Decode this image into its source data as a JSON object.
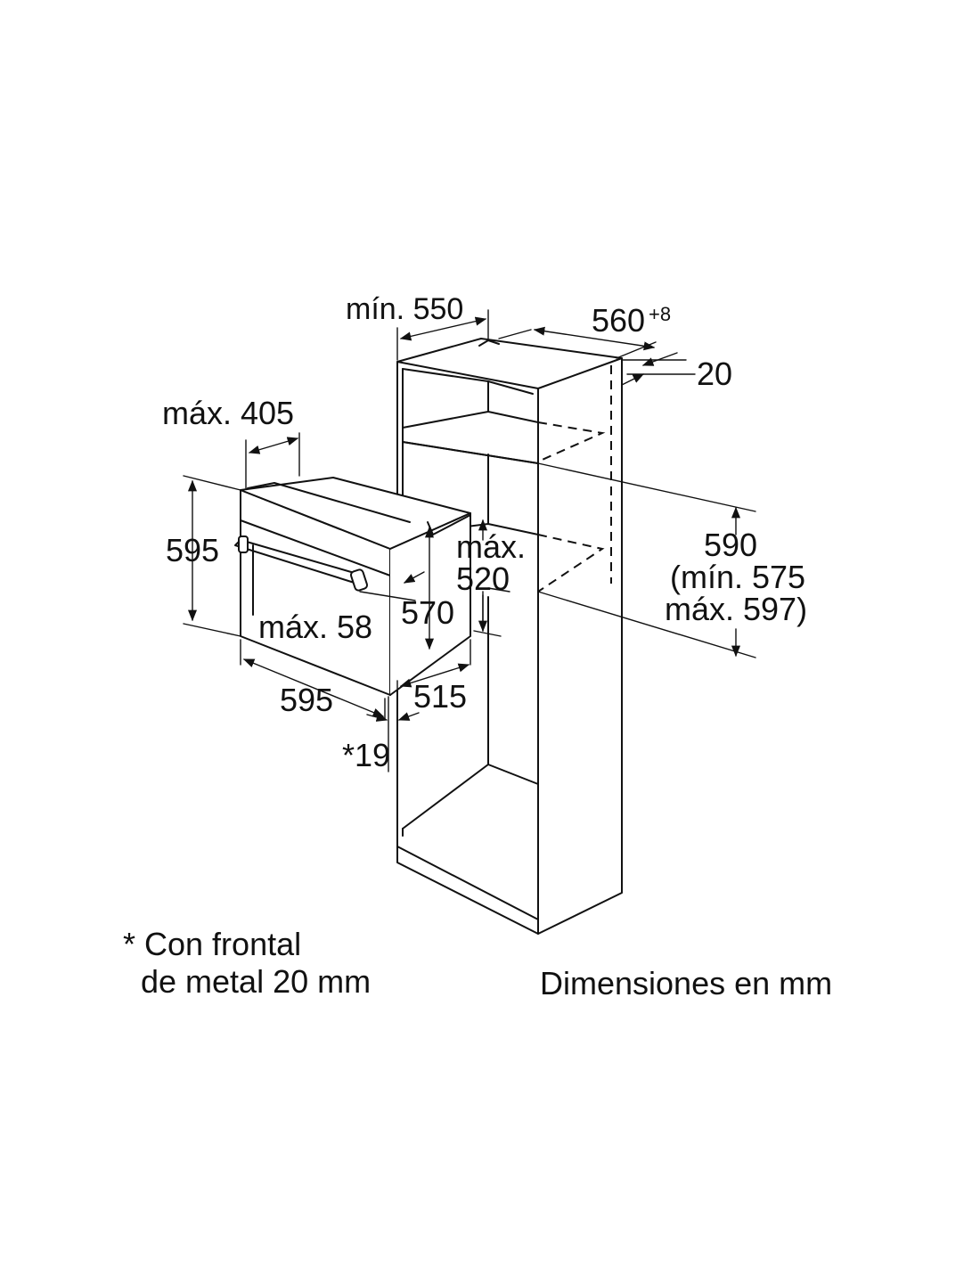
{
  "dimensions": {
    "cabinet_depth_min": "mín. 550",
    "cabinet_width": "560",
    "cabinet_width_tolerance": "+8",
    "top_clearance": "20",
    "niche_height": "590",
    "niche_height_min": "(mín. 575",
    "niche_height_max": "máx. 597)",
    "niche_max_label": "máx.",
    "niche_max_value": "520",
    "oven_depth_max": "máx. 405",
    "oven_height": "595",
    "oven_width": "595",
    "oven_inner_height": "570",
    "handle_depth_max": "máx. 58",
    "oven_body_depth": "515",
    "front_offset": "*19"
  },
  "notes": {
    "asterisk_line1": "* Con frontal",
    "asterisk_line2": "de metal 20 mm",
    "units": "Dimensiones en mm"
  },
  "colors": {
    "line": "#111111",
    "background": "#ffffff"
  }
}
